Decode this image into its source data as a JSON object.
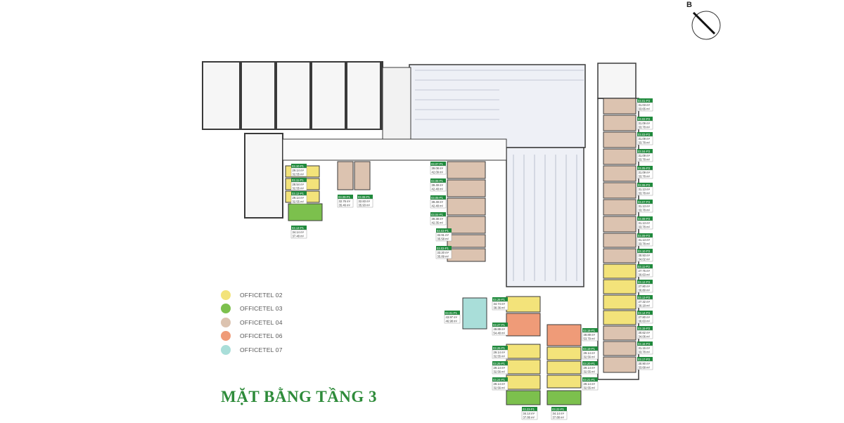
{
  "title": "MẶT BẰNG TẦNG 3",
  "compass": {
    "label": "B"
  },
  "colors": {
    "wall": "#3a3a3a",
    "parking_bg": "#eef0f6",
    "corridor": "#f7f7f7",
    "label_green": "#1f8a3c"
  },
  "legend": [
    {
      "label": "OFFICETEL 02",
      "color": "#f3e37a"
    },
    {
      "label": "OFFICETEL 03",
      "color": "#7cc04d"
    },
    {
      "label": "OFFICETEL 04",
      "color": "#dcc3b0"
    },
    {
      "label": "OFFICETEL 06",
      "color": "#ef9b78"
    },
    {
      "label": "OFFICETEL 07",
      "color": "#a9ded9"
    }
  ],
  "units": [
    {
      "code": "03.10-P1",
      "a": "29.14 m²",
      "b": "32.55 m²",
      "type": 0
    },
    {
      "code": "03.11-P1",
      "a": "28.54 m²",
      "b": "32.55 m²",
      "type": 0
    },
    {
      "code": "03.12-P1",
      "a": "29.14 m²",
      "b": "32.55 m²",
      "type": 0
    },
    {
      "code": "03.09-P1",
      "a": "32.76 m²",
      "b": "35.46 m²",
      "type": 2
    },
    {
      "code": "03.08-P1",
      "a": "32.83 m²",
      "b": "35.93 m²",
      "type": 2
    },
    {
      "code": "03.13-P1",
      "a": "34.14 m²",
      "b": "37.48 m²",
      "type": 1
    },
    {
      "code": "03.07-P1",
      "a": "39.08 m²",
      "b": "42.09 m²",
      "type": 2
    },
    {
      "code": "03.06-P1",
      "a": "39.49 m²",
      "b": "42.48 m²",
      "type": 2
    },
    {
      "code": "03.05-P1",
      "a": "39.49 m²",
      "b": "42.48 m²",
      "type": 2
    },
    {
      "code": "03.04-P1",
      "a": "39.38 m²",
      "b": "42.35 m²",
      "type": 2
    },
    {
      "code": "03.03-P1",
      "a": "32.91 m²",
      "b": "35.58 m²",
      "type": 2
    },
    {
      "code": "03.02-P1",
      "a": "33.20 m²",
      "b": "35.89 m²",
      "type": 2
    },
    {
      "code": "03.01-P1",
      "a": "43.97 m²",
      "b": "46.98 m²",
      "type": 4
    },
    {
      "code": "03.28-P1",
      "a": "34.74 m²",
      "b": "38.36 m²",
      "type": 0
    },
    {
      "code": "03.27-P1",
      "a": "49.89 m²",
      "b": "54.48 m²",
      "type": 3
    },
    {
      "code": "03.26-P1",
      "a": "29.14 m²",
      "b": "32.55 m²",
      "type": 0
    },
    {
      "code": "03.25-P1",
      "a": "29.14 m²",
      "b": "32.56 m²",
      "type": 0
    },
    {
      "code": "03.24-P1",
      "a": "29.14 m²",
      "b": "32.56 m²",
      "type": 0
    },
    {
      "code": "03.23-P1",
      "a": "34.14 m²",
      "b": "37.86 m²",
      "type": 1
    },
    {
      "code": "03.22-P1",
      "a": "34.14 m²",
      "b": "37.88 m²",
      "type": 1
    },
    {
      "code": "03.18-P1",
      "a": "49.89 m²",
      "b": "53.79 m²",
      "type": 3
    },
    {
      "code": "03.19-P1",
      "a": "29.14 m²",
      "b": "32.56 m²",
      "type": 0
    },
    {
      "code": "03.20-P1",
      "a": "29.14 m²",
      "b": "32.55 m²",
      "type": 0
    },
    {
      "code": "03.21-P1",
      "a": "29.14 m²",
      "b": "32.55 m²",
      "type": 0
    },
    {
      "code": "03.01-P3",
      "a": "31.03 m²",
      "b": "33.65 m²",
      "type": 2
    },
    {
      "code": "03.02-P3",
      "a": "31.09 m²",
      "b": "33.78 m²",
      "type": 2
    },
    {
      "code": "03.03-P3",
      "a": "31.09 m²",
      "b": "33.78 m²",
      "type": 2
    },
    {
      "code": "03.04-P3",
      "a": "31.09 m²",
      "b": "33.78 m²",
      "type": 2
    },
    {
      "code": "03.05-P3",
      "a": "31.09 m²",
      "b": "33.78 m²",
      "type": 2
    },
    {
      "code": "03.06-P3",
      "a": "31.13 m²",
      "b": "33.78 m²",
      "type": 2
    },
    {
      "code": "03.07-P3",
      "a": "31.13 m²",
      "b": "33.78 m²",
      "type": 2
    },
    {
      "code": "03.08-P3",
      "a": "31.13 m²",
      "b": "33.78 m²",
      "type": 2
    },
    {
      "code": "03.09-P3",
      "a": "31.13 m²",
      "b": "33.78 m²",
      "type": 2
    },
    {
      "code": "03.10-P3",
      "a": "30.93 m²",
      "b": "34.02 m²",
      "type": 2
    },
    {
      "code": "03.11-P3",
      "a": "27.75 m²",
      "b": "30.63 m²",
      "type": 0
    },
    {
      "code": "03.12-P3",
      "a": "27.80 m²",
      "b": "30.80 m²",
      "type": 0
    },
    {
      "code": "03.13-P3",
      "a": "27.32 m²",
      "b": "30.18 m²",
      "type": 0
    },
    {
      "code": "03.14-P3",
      "a": "27.80 m²",
      "b": "30.63 m²",
      "type": 0
    },
    {
      "code": "03.15-P3",
      "a": "30.62 m²",
      "b": "34.06 m²",
      "type": 2
    },
    {
      "code": "03.16-P3",
      "a": "31.15 m²",
      "b": "33.78 m²",
      "type": 2
    },
    {
      "code": "03.17-P3",
      "a": "30.90 m²",
      "b": "33.68 m²",
      "type": 2
    }
  ]
}
